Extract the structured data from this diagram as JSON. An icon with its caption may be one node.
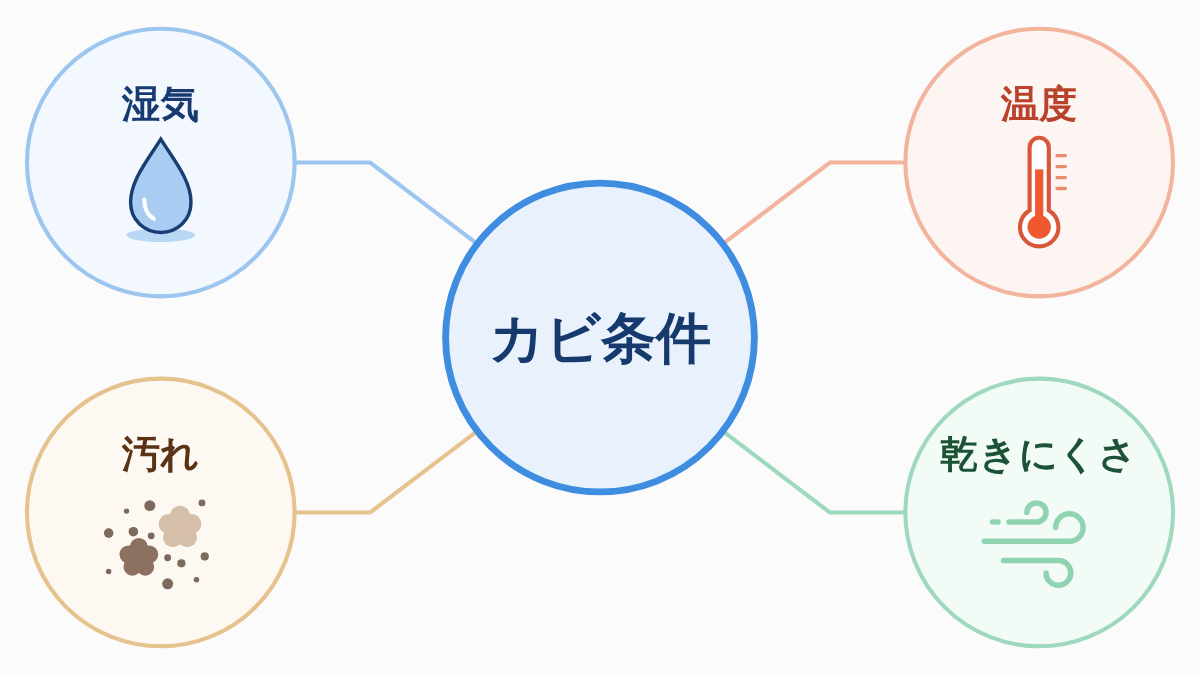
{
  "diagram": {
    "nodes": [
      {
        "text": [
          "湿気"
        ]
      },
      {
        "text": [
          "汚れ"
        ]
      },
      {
        "text": [
          "カビ条件"
        ]
      },
      {
        "text": [
          "温度"
        ]
      },
      {
        "text": [
          "乾きにくさ"
        ]
      }
    ],
    "edges": [
      {
        "from": 0,
        "to": 2,
        "arrow": "none",
        "color": "#9cc6ef"
      },
      {
        "from": 1,
        "to": 2,
        "arrow": "none",
        "color": "#e6c28e"
      },
      {
        "from": 2,
        "to": 3,
        "arrow": "none",
        "color": "#f3b49d"
      },
      {
        "from": 2,
        "to": 4,
        "arrow": "none",
        "color": "#9fd9bd"
      }
    ]
  }
}
